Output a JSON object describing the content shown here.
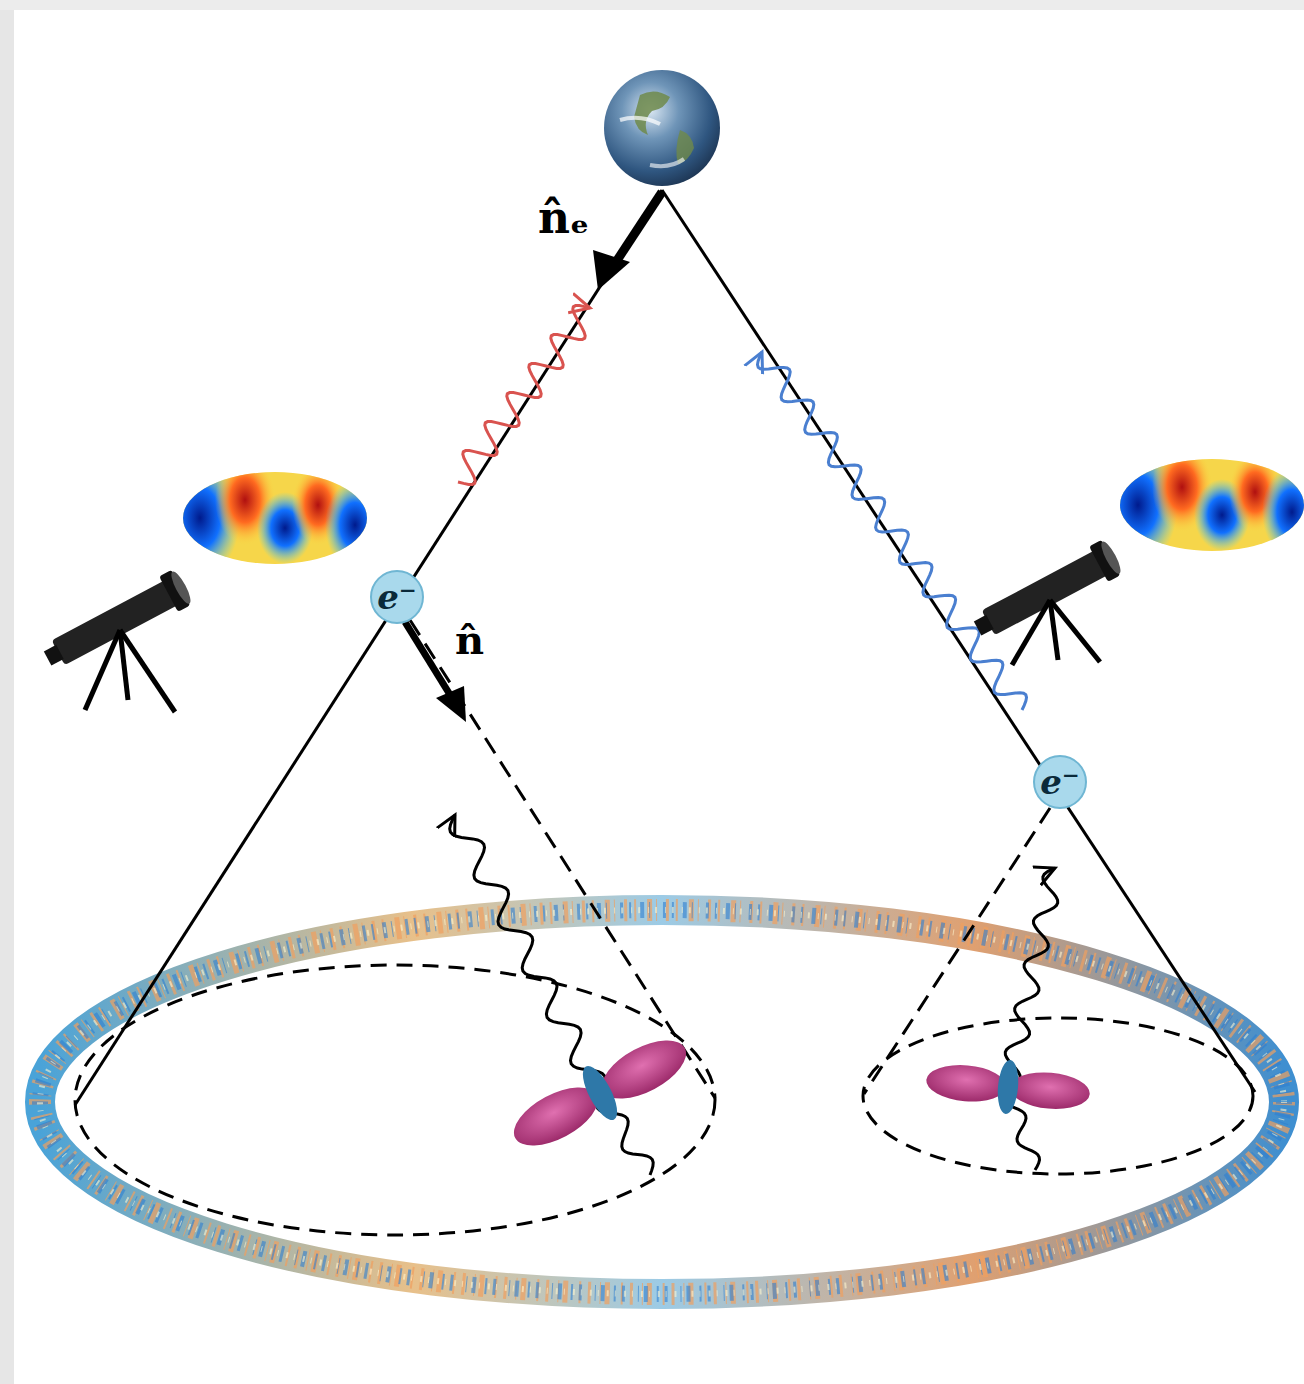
{
  "diagram": {
    "nodes": [
      {
        "text": [
          "e⁻"
        ]
      },
      {
        "text": [
          "e⁻"
        ]
      }
    ],
    "labels": [
      "n̂ₑ",
      "n̂"
    ]
  }
}
